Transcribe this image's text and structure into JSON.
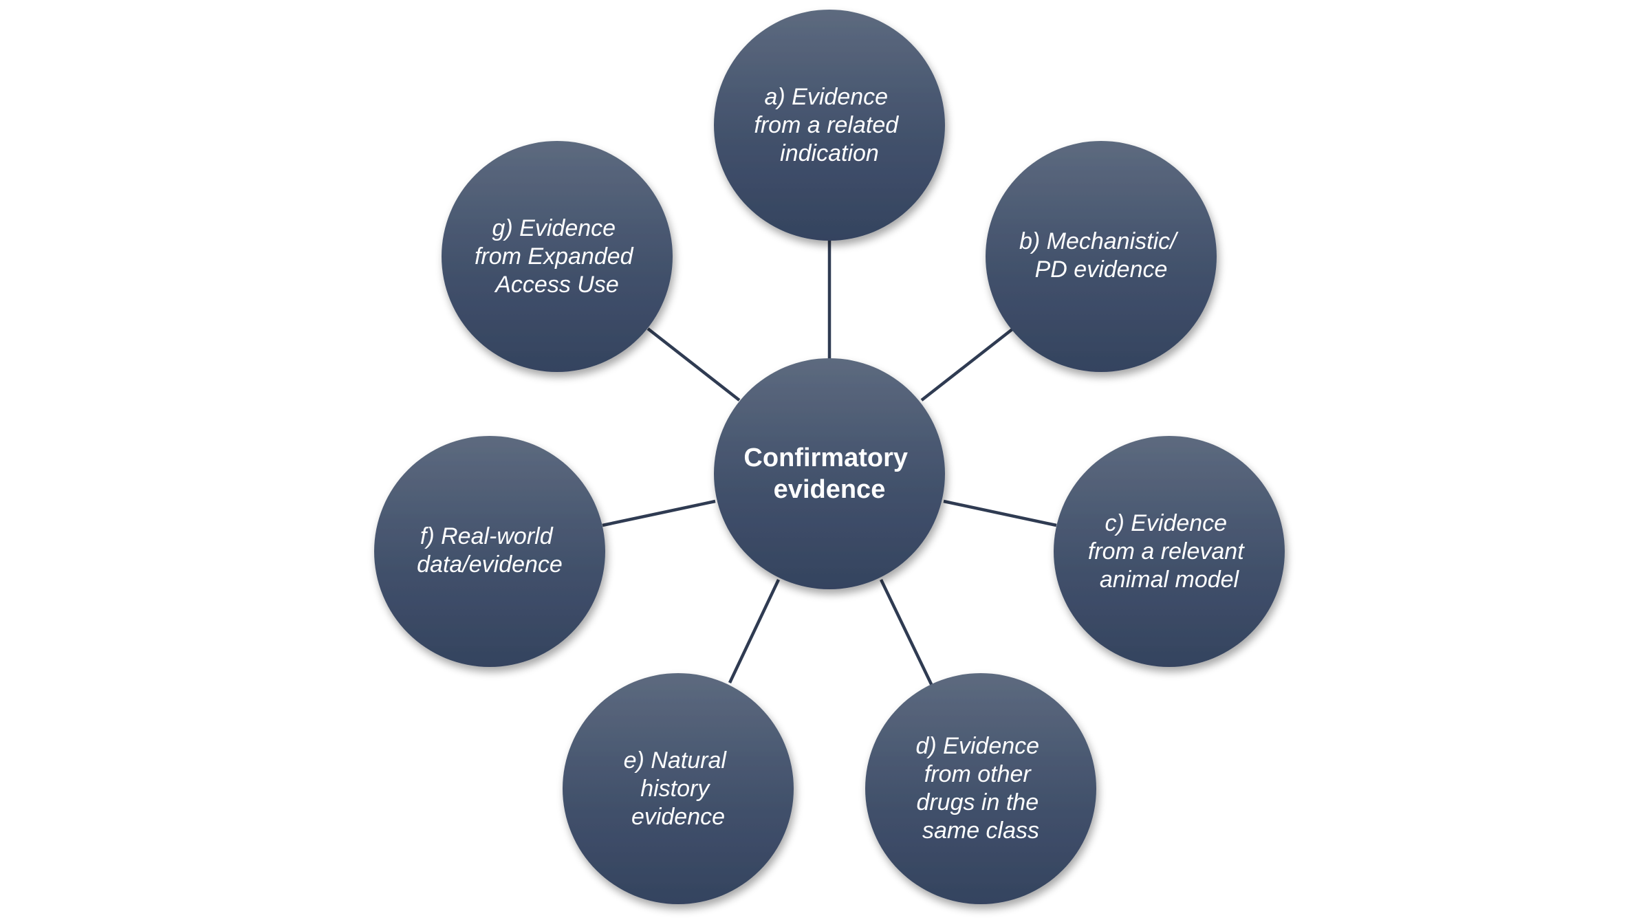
{
  "diagram": {
    "center": {
      "lines": [
        "Confirmatory",
        "evidence"
      ]
    },
    "nodes": [
      {
        "id": "a",
        "lines": [
          "a) Evidence",
          "from a related",
          "indication"
        ]
      },
      {
        "id": "b",
        "lines": [
          "b) Mechanistic/",
          "PD evidence"
        ]
      },
      {
        "id": "c",
        "lines": [
          "c) Evidence",
          "from a relevant",
          "animal model"
        ]
      },
      {
        "id": "d",
        "lines": [
          "d) Evidence",
          "from other",
          "drugs in the",
          "same class"
        ]
      },
      {
        "id": "e",
        "lines": [
          "e) Natural",
          "history",
          "evidence"
        ]
      },
      {
        "id": "f",
        "lines": [
          "f) Real-world",
          "data/evidence"
        ]
      },
      {
        "id": "g",
        "lines": [
          "g) Evidence",
          "from Expanded",
          "Access Use"
        ]
      }
    ],
    "colors": {
      "circle_top": "#5d6a7f",
      "circle_bottom": "#34435f",
      "connector": "#2f3b52",
      "text": "#ffffff"
    }
  }
}
